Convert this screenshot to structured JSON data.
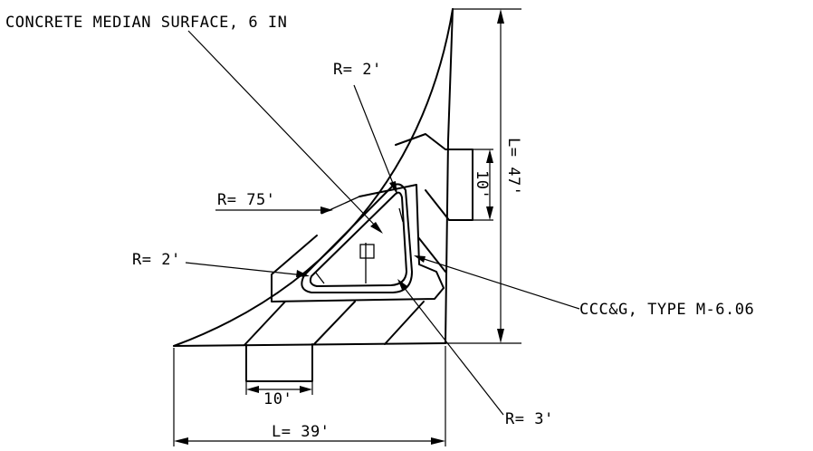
{
  "labels": {
    "surface_note": "CONCRETE MEDIAN SURFACE, 6 IN",
    "nose_radius_top": "R= 2'",
    "approach_radius": "R= 75'",
    "nose_radius_left": "R= 2'",
    "curb_type": "CCC&G, TYPE M-6.06",
    "nose_radius_bottom": "R= 3'",
    "taper_length_vertical": "L= 47'",
    "taper_length_horizontal": "L= 39'",
    "offset_vertical": "10'",
    "offset_horizontal": "10'"
  }
}
